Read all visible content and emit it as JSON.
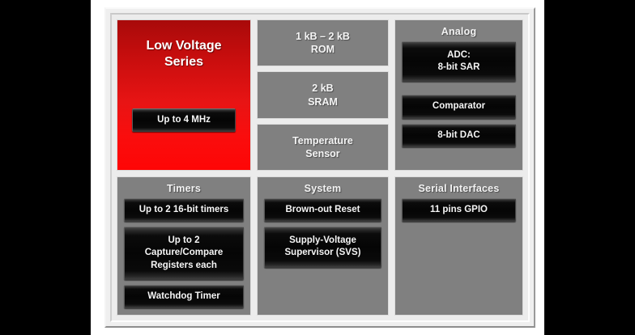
{
  "diagram": {
    "hero": {
      "title": "Low Voltage\nSeries",
      "title_line1": "Low Voltage",
      "title_line2": "Series",
      "speed_button": "Up to 4 MHz",
      "accent_color": "#fa0d0d"
    },
    "memory_blocks": [
      {
        "line1": "1 kB – 2 kB",
        "line2": "ROM"
      },
      {
        "line1": "2 kB",
        "line2": "SRAM"
      },
      {
        "line1": "Temperature",
        "line2": "Sensor"
      }
    ],
    "analog": {
      "header": "Analog",
      "items": [
        {
          "line1": "ADC:",
          "line2": "8-bit SAR"
        },
        {
          "line1": "Comparator",
          "line2": ""
        },
        {
          "line1": "8-bit DAC",
          "line2": ""
        }
      ]
    },
    "timers": {
      "header": "Timers",
      "items": [
        {
          "line1": "Up to 2 16-bit timers",
          "line2": "",
          "line3": ""
        },
        {
          "line1": "Up to 2",
          "line2": "Capture/Compare",
          "line3": "Registers each"
        },
        {
          "line1": "Watchdog Timer",
          "line2": "",
          "line3": ""
        }
      ]
    },
    "system": {
      "header": "System",
      "items": [
        {
          "line1": "Brown-out Reset",
          "line2": ""
        },
        {
          "line1": "Supply-Voltage",
          "line2": "Supervisor (SVS)"
        }
      ]
    },
    "serial": {
      "header": "Serial Interfaces",
      "items": [
        {
          "line1": "11 pins GPIO",
          "line2": ""
        }
      ]
    },
    "colors": {
      "panel_gray": "#808080",
      "frame_gray": "#ececec",
      "button_black": "#050505",
      "text_white": "#f5f5f5",
      "backdrop_black": "#000000"
    }
  }
}
